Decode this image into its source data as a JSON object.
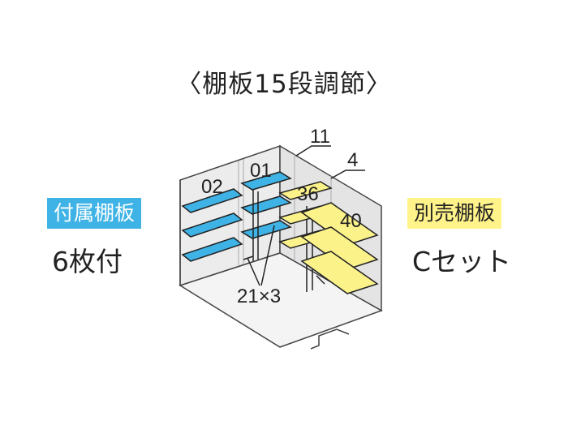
{
  "title": "〈棚板15段調節〉",
  "included": {
    "badge": "付属棚板",
    "count": "6枚付"
  },
  "sold_separately": {
    "badge": "別売棚板",
    "set": "Cセット"
  },
  "diagram": {
    "labels": {
      "left_wall_num": "02",
      "center_num": "01",
      "top_callout": "11",
      "right_callout": "4",
      "right_upper_num": "36",
      "right_lower_num": "40",
      "bottom_callout": "21×3"
    },
    "colors": {
      "included_shelf": "#3fb3e6",
      "separate_shelf": "#fbf28a",
      "wall": "#e9e9e9",
      "floor": "#f3f3f3"
    }
  }
}
